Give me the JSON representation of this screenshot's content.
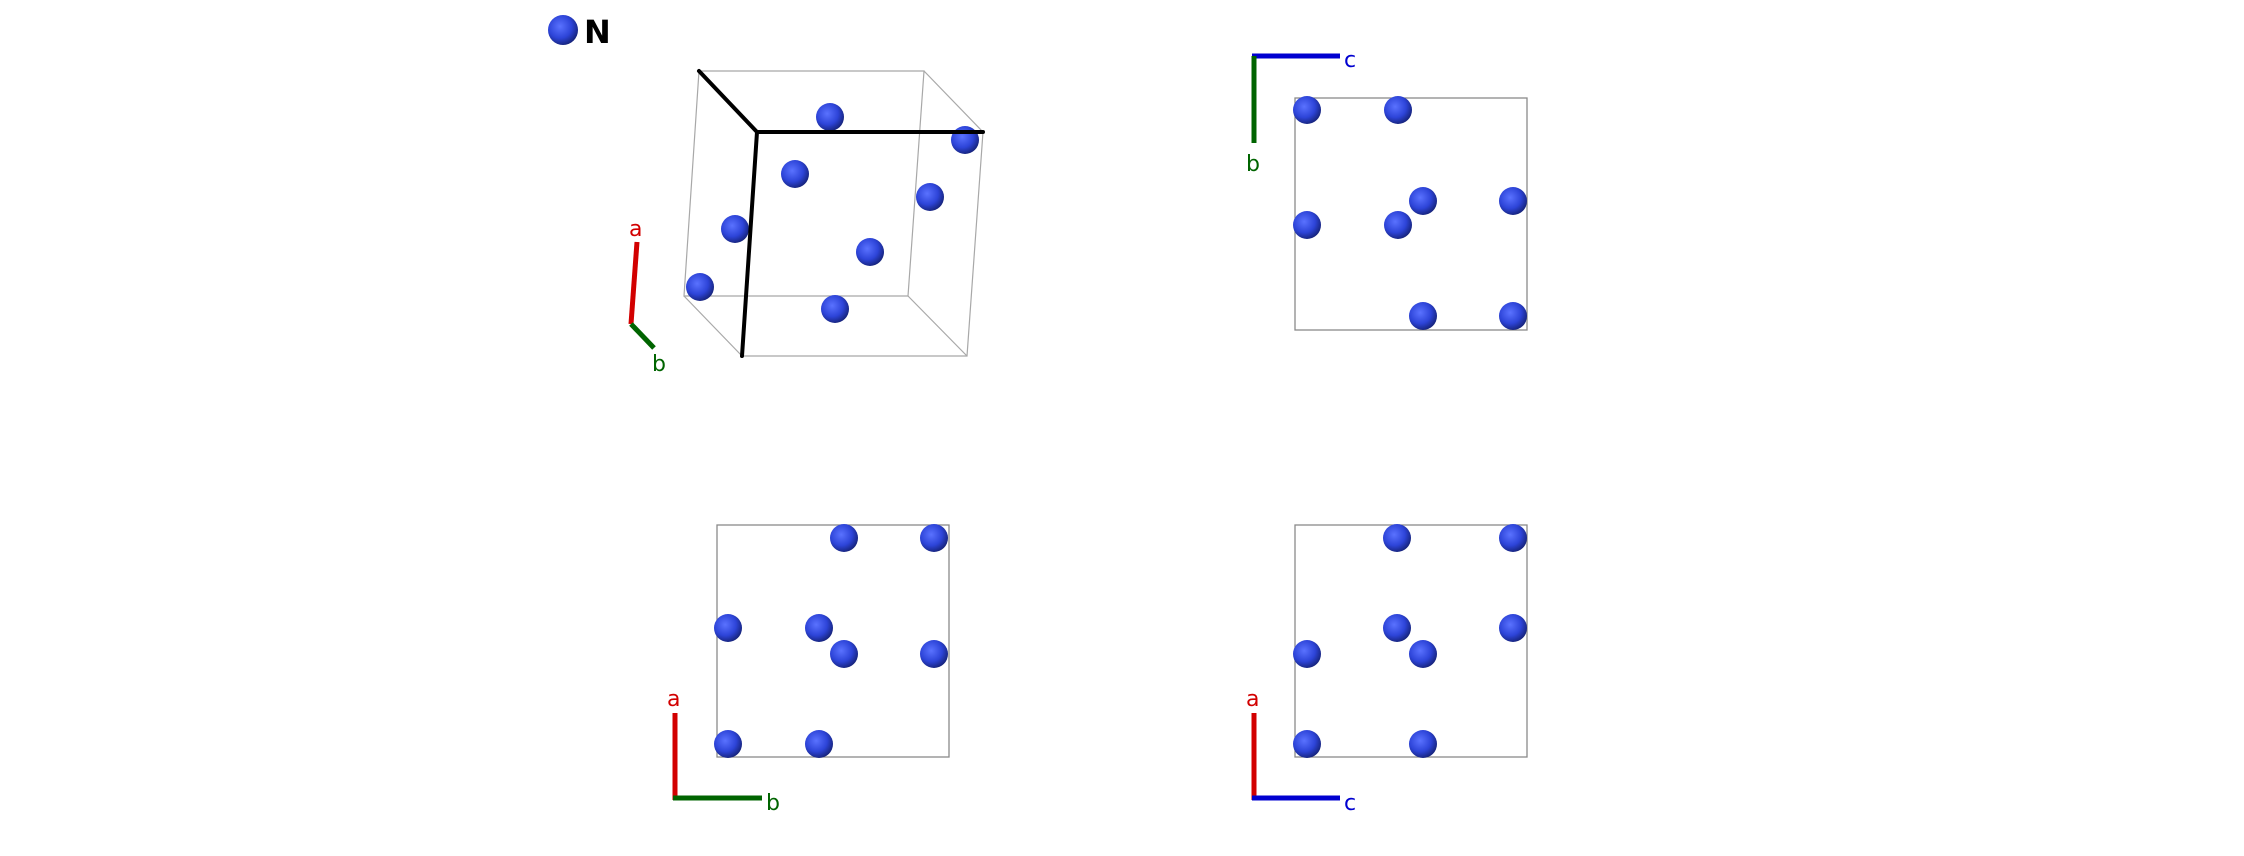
{
  "legend": {
    "element": "N",
    "atom_color": "#2d44d8"
  },
  "axis_labels": {
    "a": "a",
    "b": "b",
    "c": "c"
  },
  "axis_colors": {
    "a": "#d20000",
    "b": "#006400",
    "c": "#0000d0"
  },
  "panels": [
    {
      "view": "perspective",
      "axes": [
        "a",
        "b"
      ]
    },
    {
      "view": "along-a",
      "axes": [
        "c",
        "b"
      ]
    },
    {
      "view": "along-c",
      "axes": [
        "a",
        "b"
      ]
    },
    {
      "view": "along-b",
      "axes": [
        "a",
        "c"
      ]
    }
  ]
}
